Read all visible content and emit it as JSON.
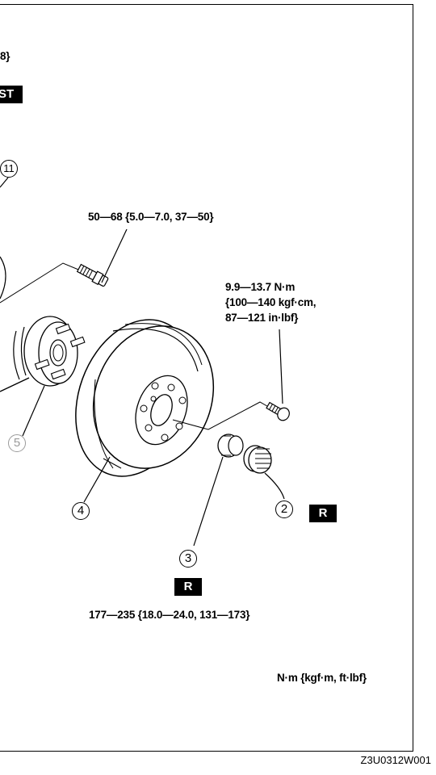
{
  "top_partial_text": "8}",
  "top_partial_badge": "ST",
  "callouts": {
    "c11": "11",
    "c5": "5",
    "c4": "4",
    "c2": "2",
    "c3": "3"
  },
  "badges": {
    "r_badge_1": "R",
    "r_badge_2": "R"
  },
  "torque": {
    "bolt_top": "50—68 {5.0—7.0, 37—50}",
    "screw_line1": "9.9—13.7 N·m",
    "screw_line2": "{100—140 kgf·cm,",
    "screw_line3": "87—121 in·lbf}",
    "locknut": "177—235 {18.0—24.0, 131—173}"
  },
  "units_legend": "N·m {kgf·m, ft·lbf}",
  "figure_code": "Z3U0312W001"
}
